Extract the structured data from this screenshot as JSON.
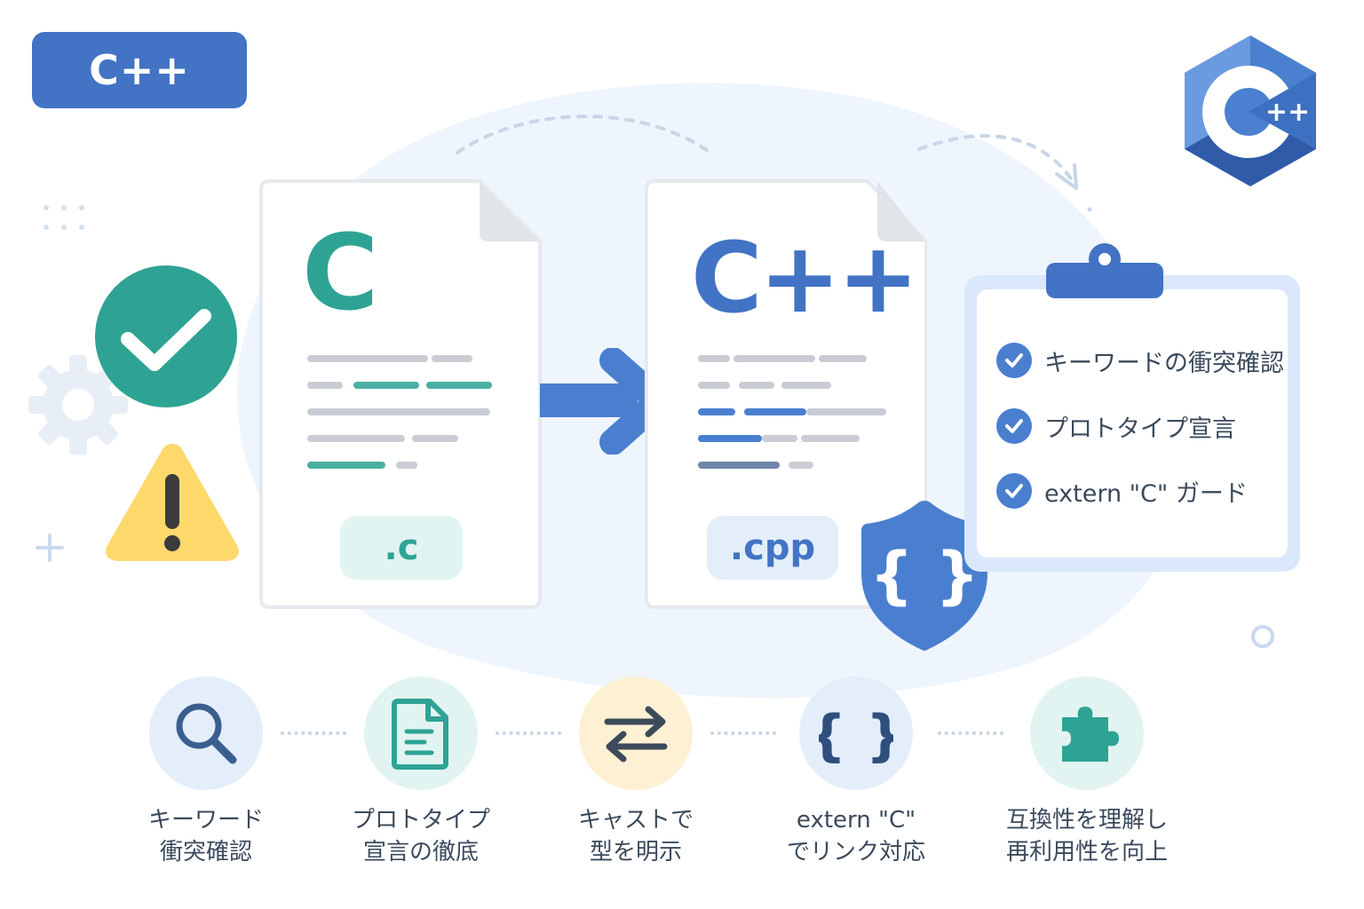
{
  "badge": {
    "label": "C++"
  },
  "source_file": {
    "letter": "C",
    "extension": ".c"
  },
  "target_file": {
    "letter": "C++",
    "extension": ".cpp"
  },
  "checklist": {
    "items": [
      "キーワードの衝突確認",
      "プロトタイプ宣言",
      "extern \"C\" ガード"
    ]
  },
  "steps": [
    {
      "icon": "magnifier-icon",
      "label": "キーワード\n衝突確認"
    },
    {
      "icon": "document-icon",
      "label": "プロトタイプ\n宣言の徹底"
    },
    {
      "icon": "swap-arrows-icon",
      "label": "キャストで\n型を明示"
    },
    {
      "icon": "braces-icon",
      "label": "extern \"C\"\nでリンク対応"
    },
    {
      "icon": "puzzle-icon",
      "label": "互換性を理解し\n再利用性を向上"
    }
  ],
  "colors": {
    "blue": "#4273c4",
    "teal": "#2ea394",
    "yellow": "#fdd86b",
    "light_blue": "#e4eefb"
  }
}
